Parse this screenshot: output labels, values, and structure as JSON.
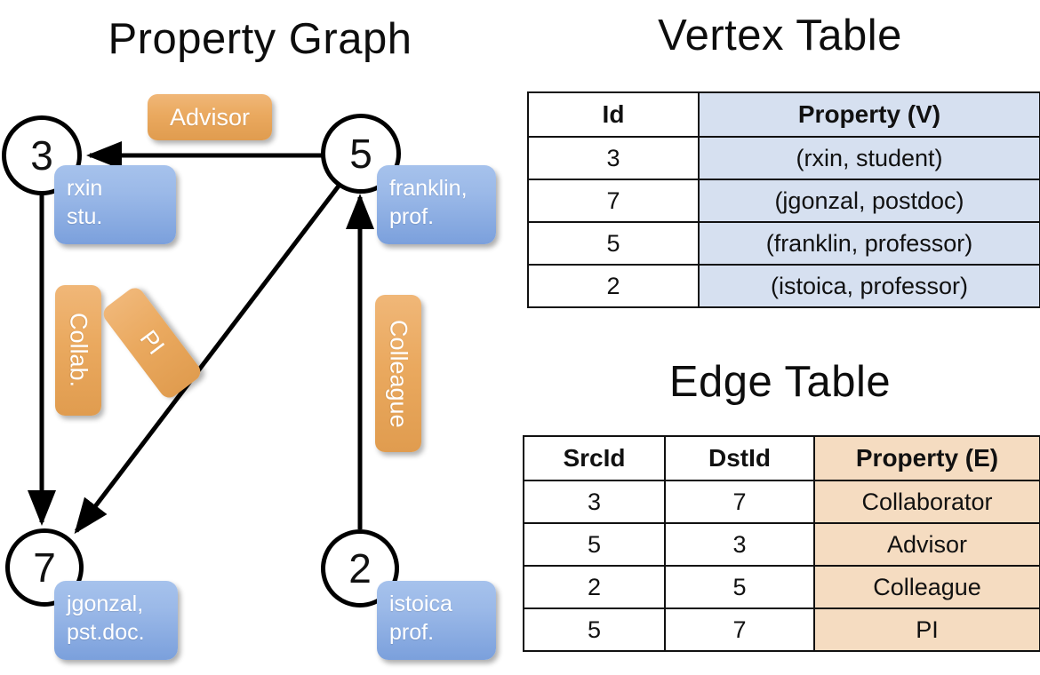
{
  "titles": {
    "property_graph": "Property Graph",
    "vertex_table": "Vertex Table",
    "edge_table": "Edge Table"
  },
  "graph": {
    "nodes": [
      {
        "id": "3",
        "label": "3",
        "property_lines": [
          "rxin",
          "stu."
        ]
      },
      {
        "id": "5",
        "label": "5",
        "property_lines": [
          "franklin,",
          "prof."
        ]
      },
      {
        "id": "7",
        "label": "7",
        "property_lines": [
          "jgonzal,",
          "pst.doc."
        ]
      },
      {
        "id": "2",
        "label": "2",
        "property_lines": [
          "istoica",
          "prof."
        ]
      }
    ],
    "edge_labels": [
      {
        "name": "advisor",
        "text": "Advisor"
      },
      {
        "name": "collab",
        "text": "Collab."
      },
      {
        "name": "pi",
        "text": "PI"
      },
      {
        "name": "colleague",
        "text": "Colleague"
      }
    ],
    "edges": [
      {
        "from": "5",
        "to": "3",
        "label": "Advisor"
      },
      {
        "from": "3",
        "to": "7",
        "label": "Collab."
      },
      {
        "from": "5",
        "to": "7",
        "label": "PI"
      },
      {
        "from": "2",
        "to": "5",
        "label": "Colleague"
      }
    ]
  },
  "vertex_table": {
    "headers": [
      "Id",
      "Property (V)"
    ],
    "rows": [
      {
        "id": "3",
        "property": "(rxin, student)"
      },
      {
        "id": "7",
        "property": "(jgonzal, postdoc)"
      },
      {
        "id": "5",
        "property": "(franklin, professor)"
      },
      {
        "id": "2",
        "property": "(istoica, professor)"
      }
    ]
  },
  "edge_table": {
    "headers": [
      "SrcId",
      "DstId",
      "Property (E)"
    ],
    "rows": [
      {
        "src": "3",
        "dst": "7",
        "property": "Collaborator"
      },
      {
        "src": "5",
        "dst": "3",
        "property": "Advisor"
      },
      {
        "src": "2",
        "dst": "5",
        "property": "Colleague"
      },
      {
        "src": "5",
        "dst": "7",
        "property": "PI"
      }
    ]
  },
  "colors": {
    "vertex_property_fill": "#d6e0f0",
    "edge_property_fill": "#f5dcc1",
    "node_box_fill": "#9bb9e8",
    "edge_label_fill": "#eaa95f",
    "border": "#111111"
  }
}
